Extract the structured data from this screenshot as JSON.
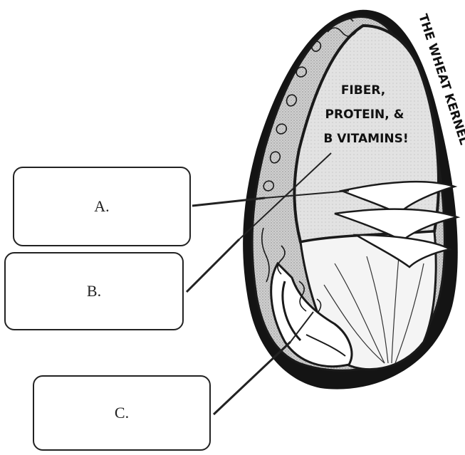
{
  "diagram": {
    "title": "THE WHEAT KERNEL",
    "center_text": [
      "FIBER,",
      "PROTEIN, &",
      "B VITAMINS!"
    ]
  },
  "labels": {
    "a": "A.",
    "b": "B.",
    "c": "C."
  }
}
